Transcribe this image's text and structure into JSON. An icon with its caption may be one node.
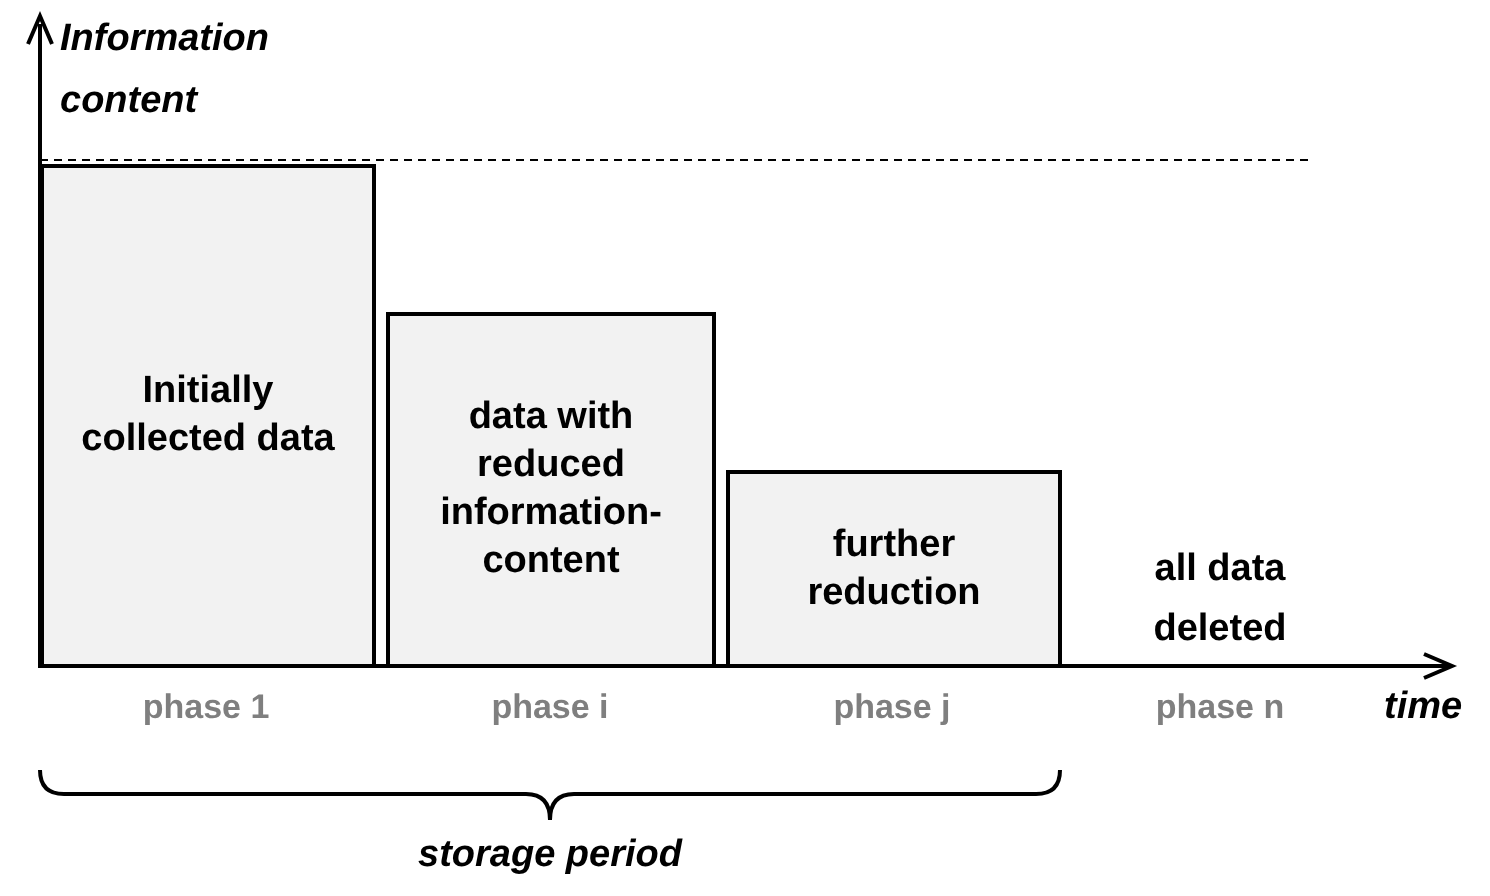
{
  "diagram": {
    "nodes": [
      {
        "text": [
          "Initially collected data"
        ]
      },
      {
        "text": [
          "data with reduced information-content"
        ]
      },
      {
        "text": [
          "further reduction"
        ]
      }
    ],
    "labels": [
      "Information content",
      "all data deleted",
      "phase 1",
      "phase i",
      "phase j",
      "phase n",
      "time",
      "storage period"
    ]
  }
}
